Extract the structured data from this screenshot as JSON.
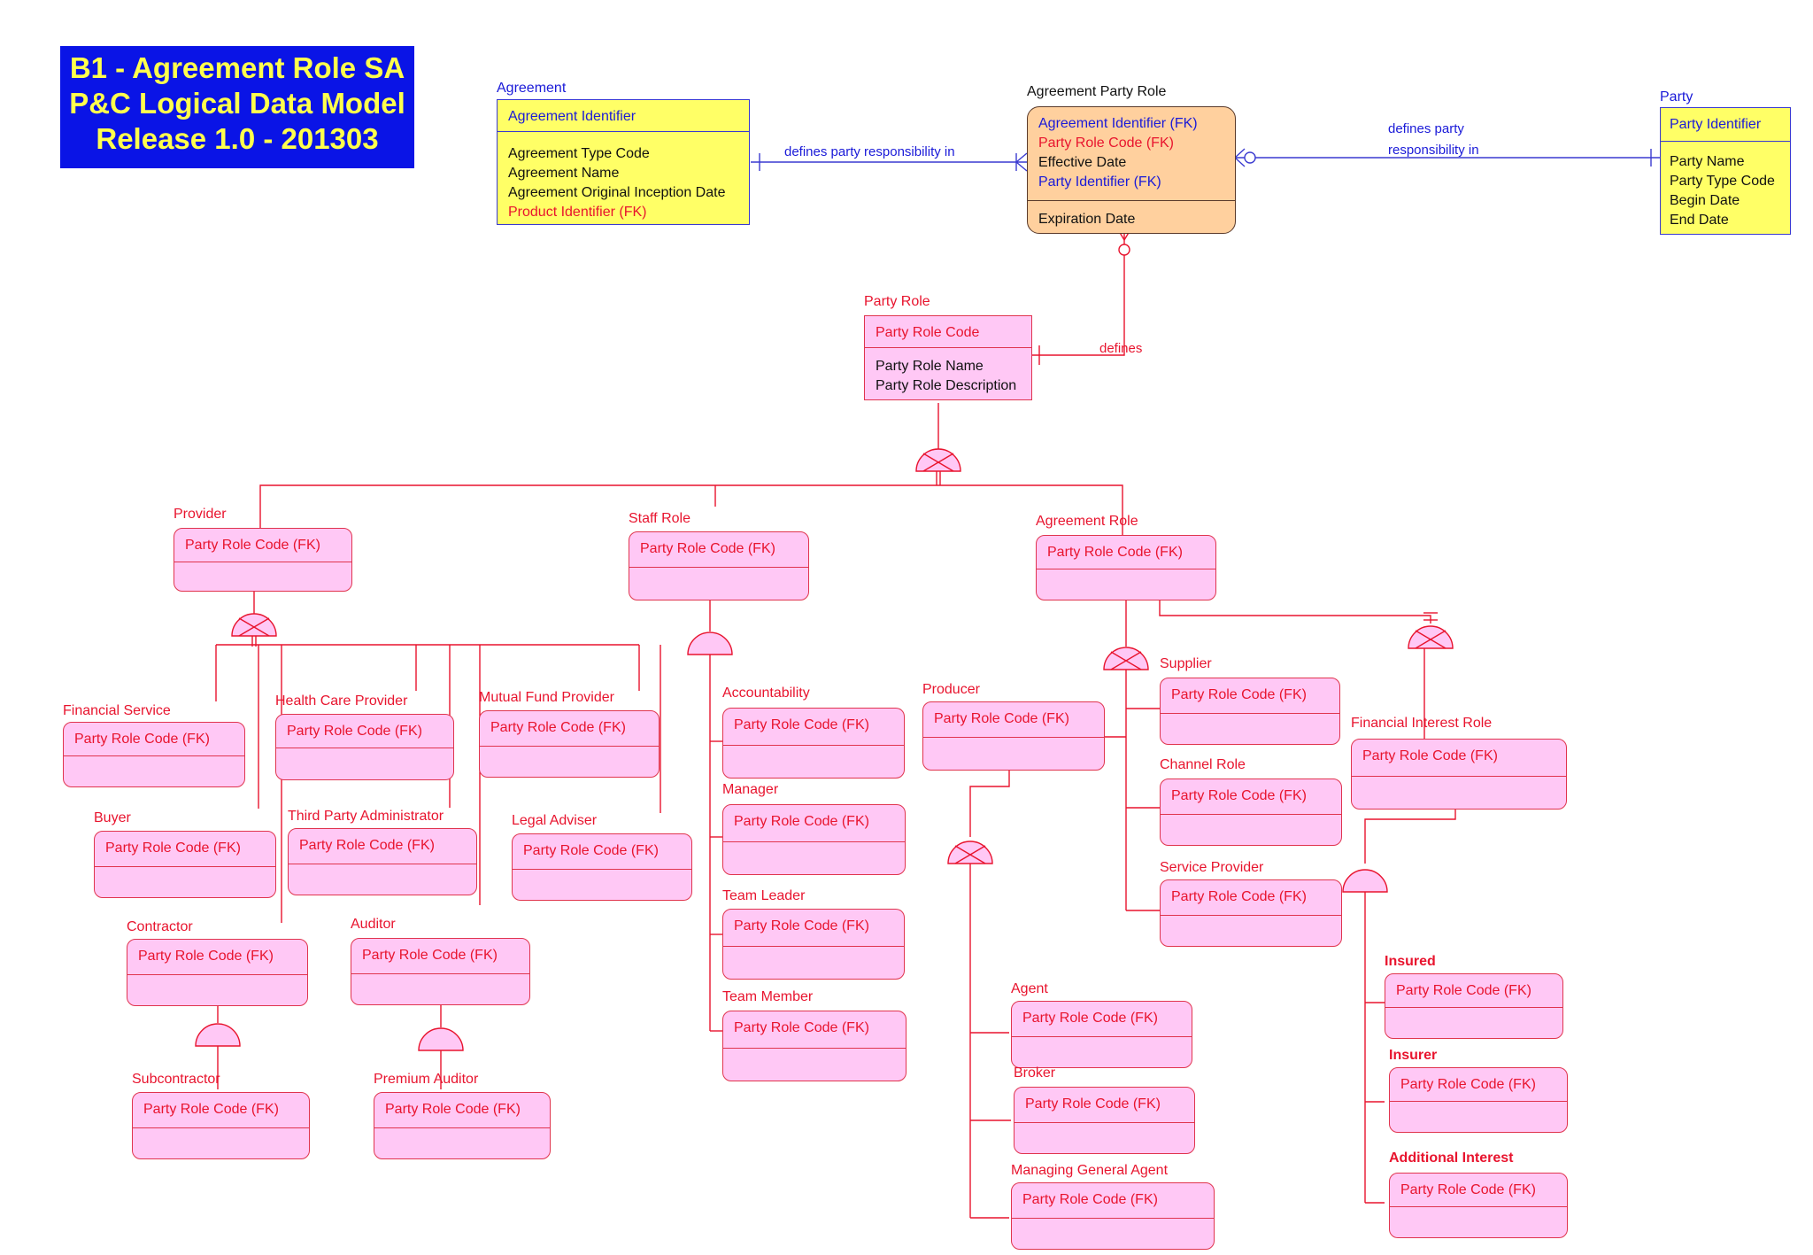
{
  "title": {
    "lines": [
      "B1 - Agreement Role SA",
      "P&C Logical Data Model",
      "Release 1.0 - 201303"
    ],
    "bg": "#0a14e6",
    "fg": "#ffff4d"
  },
  "colors": {
    "subtype_fill": "#ffc8f5",
    "subtype_border": "#e0344e",
    "agreement_fill": "#ffff66",
    "assoc_fill": "#ffd09e",
    "key_text": "#1a1ad8",
    "fk_text": "#e8142e"
  },
  "entities": {
    "agreement": {
      "name": "Agreement",
      "pk": [
        "Agreement Identifier"
      ],
      "attrs": [
        "Agreement Type Code",
        "Agreement Name",
        "Agreement Original Inception Date",
        "Product Identifier  (FK)"
      ]
    },
    "agreement_party_role": {
      "name": "Agreement Party Role",
      "pk": [
        "Agreement Identifier  (FK)",
        "Party Role Code  (FK)",
        "Effective Date",
        "Party Identifier  (FK)"
      ],
      "attrs": [
        "Expiration Date"
      ]
    },
    "party": {
      "name": "Party",
      "pk": [
        "Party Identifier"
      ],
      "attrs": [
        "Party Name",
        "Party Type Code",
        "Begin Date",
        "End Date"
      ]
    },
    "party_role": {
      "name": "Party Role",
      "pk": [
        "Party Role Code"
      ],
      "attrs": [
        "Party Role Name",
        "Party Role Description"
      ]
    },
    "provider": {
      "name": "Provider",
      "pk": [
        "Party Role Code  (FK)"
      ]
    },
    "staff_role": {
      "name": "Staff Role",
      "pk": [
        "Party Role Code  (FK)"
      ]
    },
    "agreement_role": {
      "name": "Agreement Role",
      "pk": [
        "Party Role Code  (FK)"
      ]
    },
    "financial_service": {
      "name": "Financial Service",
      "pk": [
        "Party Role Code  (FK)"
      ]
    },
    "health_care_provider": {
      "name": "Health Care Provider",
      "pk": [
        "Party Role Code  (FK)"
      ]
    },
    "mutual_fund_provider": {
      "name": "Mutual Fund Provider",
      "pk": [
        "Party Role Code  (FK)"
      ]
    },
    "buyer": {
      "name": "Buyer",
      "pk": [
        "Party Role Code  (FK)"
      ]
    },
    "third_party_administrator": {
      "name": "Third Party Administrator",
      "pk": [
        "Party Role Code  (FK)"
      ]
    },
    "legal_adviser": {
      "name": "Legal Adviser",
      "pk": [
        "Party Role Code  (FK)"
      ]
    },
    "contractor": {
      "name": "Contractor",
      "pk": [
        "Party Role Code  (FK)"
      ]
    },
    "auditor": {
      "name": "Auditor",
      "pk": [
        "Party Role Code  (FK)"
      ]
    },
    "subcontractor": {
      "name": "Subcontractor",
      "pk": [
        "Party Role Code  (FK)"
      ]
    },
    "premium_auditor": {
      "name": "Premium Auditor",
      "pk": [
        "Party Role Code  (FK)"
      ]
    },
    "accountability": {
      "name": "Accountability",
      "pk": [
        "Party Role Code  (FK)"
      ]
    },
    "manager": {
      "name": "Manager",
      "pk": [
        "Party Role Code  (FK)"
      ]
    },
    "team_leader": {
      "name": "Team Leader",
      "pk": [
        "Party Role Code  (FK)"
      ]
    },
    "team_member": {
      "name": "Team Member",
      "pk": [
        "Party Role Code  (FK)"
      ]
    },
    "producer": {
      "name": "Producer",
      "pk": [
        "Party Role Code  (FK)"
      ]
    },
    "agent": {
      "name": "Agent",
      "pk": [
        "Party Role Code  (FK)"
      ]
    },
    "broker": {
      "name": "Broker",
      "pk": [
        "Party Role Code  (FK)"
      ]
    },
    "managing_general_agent": {
      "name": "Managing General Agent",
      "pk": [
        "Party Role Code  (FK)"
      ]
    },
    "supplier": {
      "name": "Supplier",
      "pk": [
        "Party Role Code  (FK)"
      ]
    },
    "channel_role": {
      "name": "Channel Role",
      "pk": [
        "Party Role Code  (FK)"
      ]
    },
    "service_provider": {
      "name": "Service Provider",
      "pk": [
        "Party Role Code  (FK)"
      ]
    },
    "financial_interest_role": {
      "name": "Financial Interest Role",
      "pk": [
        "Party Role Code  (FK)"
      ]
    },
    "insured": {
      "name": "Insured",
      "pk": [
        "Party Role Code  (FK)"
      ]
    },
    "insurer": {
      "name": "Insurer",
      "pk": [
        "Party Role Code  (FK)"
      ]
    },
    "additional_interest": {
      "name": "Additional Interest",
      "pk": [
        "Party Role Code  (FK)"
      ]
    }
  },
  "relationships": {
    "agreement_to_apr": "defines party responsibility in",
    "party_to_apr_line1": "defines party",
    "party_to_apr_line2": "responsibility in",
    "party_role_to_apr": "defines"
  }
}
